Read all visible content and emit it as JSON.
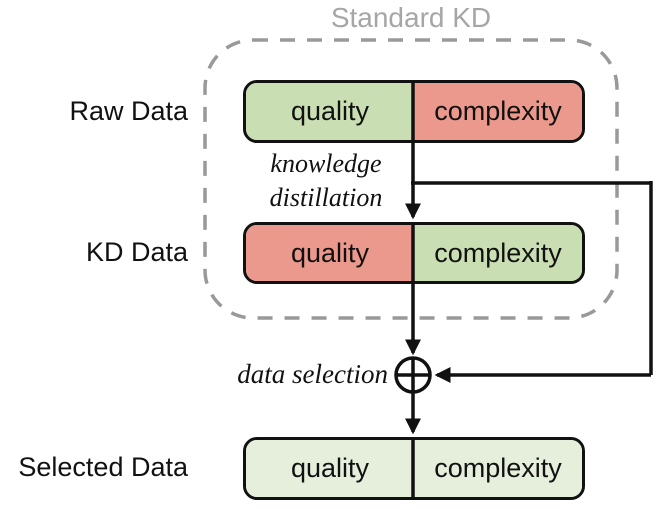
{
  "title": "Standard KD",
  "rows": [
    {
      "label": "Raw Data",
      "cells": [
        {
          "text": "quality",
          "fill": "green"
        },
        {
          "text": "complexity",
          "fill": "red"
        }
      ]
    },
    {
      "label": "KD Data",
      "cells": [
        {
          "text": "quality",
          "fill": "red"
        },
        {
          "text": "complexity",
          "fill": "green"
        }
      ]
    },
    {
      "label": "Selected Data",
      "cells": [
        {
          "text": "quality",
          "fill": "light_green"
        },
        {
          "text": "complexity",
          "fill": "light_green"
        }
      ]
    }
  ],
  "annotations": {
    "kd": "knowledge distillation",
    "selection": "data selection"
  },
  "operator": {
    "icon": "circle-plus-icon",
    "symbol": "⊕"
  },
  "colors": {
    "quality_good_green": "#c9deb2",
    "degraded_red": "#eb998c",
    "selected_light_green": "#e6efdc",
    "dashed_region_gray": "#999999",
    "title_gray": "#a6a6a6",
    "line_black": "#111111"
  }
}
